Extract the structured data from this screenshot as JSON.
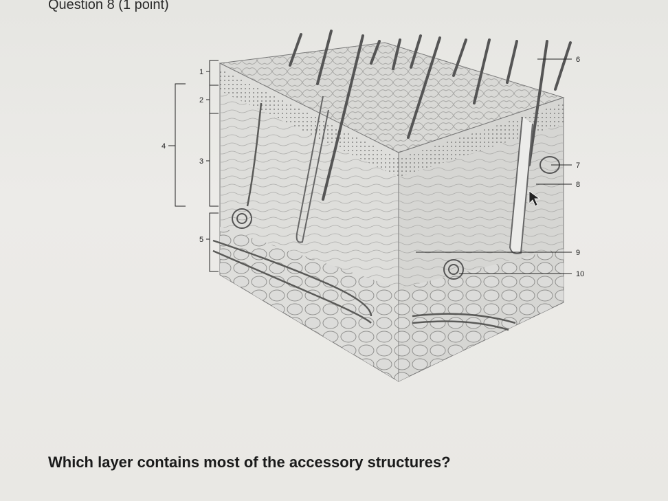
{
  "question": {
    "title": "Question 8 (1 point)",
    "prompt": "Which layer contains most of the accessory structures?"
  },
  "diagram": {
    "labels_left": [
      "1",
      "2",
      "3",
      "4",
      "5"
    ],
    "labels_right": [
      "6",
      "7",
      "8",
      "9",
      "10"
    ]
  }
}
